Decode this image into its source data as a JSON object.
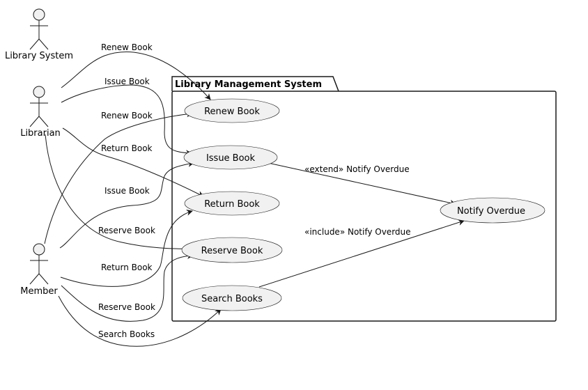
{
  "diagram": {
    "package": {
      "title": "Library Management System"
    },
    "actors": [
      {
        "id": "library-system",
        "name": "Library System"
      },
      {
        "id": "librarian",
        "name": "Librarian"
      },
      {
        "id": "member",
        "name": "Member"
      }
    ],
    "use_cases": [
      {
        "id": "renew-book",
        "name": "Renew Book"
      },
      {
        "id": "issue-book",
        "name": "Issue Book"
      },
      {
        "id": "return-book",
        "name": "Return Book"
      },
      {
        "id": "reserve-book",
        "name": "Reserve Book"
      },
      {
        "id": "search-books",
        "name": "Search Books"
      },
      {
        "id": "notify-overdue",
        "name": "Notify Overdue"
      }
    ],
    "edges": [
      {
        "id": "librarian-renew",
        "from": "librarian",
        "to": "renew-book",
        "label": "Renew Book"
      },
      {
        "id": "librarian-issue",
        "from": "librarian",
        "to": "issue-book",
        "label": "Issue Book"
      },
      {
        "id": "librarian-return",
        "from": "librarian",
        "to": "return-book",
        "label": "Return Book"
      },
      {
        "id": "librarian-reserve",
        "from": "librarian",
        "to": "reserve-book",
        "label": "Reserve Book"
      },
      {
        "id": "member-renew",
        "from": "member",
        "to": "renew-book",
        "label": "Renew Book"
      },
      {
        "id": "member-issue",
        "from": "member",
        "to": "issue-book",
        "label": "Issue Book"
      },
      {
        "id": "member-return",
        "from": "member",
        "to": "return-book",
        "label": "Return Book"
      },
      {
        "id": "member-reserve",
        "from": "member",
        "to": "reserve-book",
        "label": "Reserve Book"
      },
      {
        "id": "member-search",
        "from": "member",
        "to": "search-books",
        "label": "Search Books"
      },
      {
        "id": "issue-extend-notify",
        "from": "issue-book",
        "to": "notify-overdue",
        "label": "«extend» Notify Overdue"
      },
      {
        "id": "search-include-notify",
        "from": "search-books",
        "to": "notify-overdue",
        "label": "«include» Notify Overdue"
      }
    ],
    "colors": {
      "usecase_fill": "#f1f1f1",
      "stroke": "#181818",
      "background": "#ffffff"
    }
  }
}
